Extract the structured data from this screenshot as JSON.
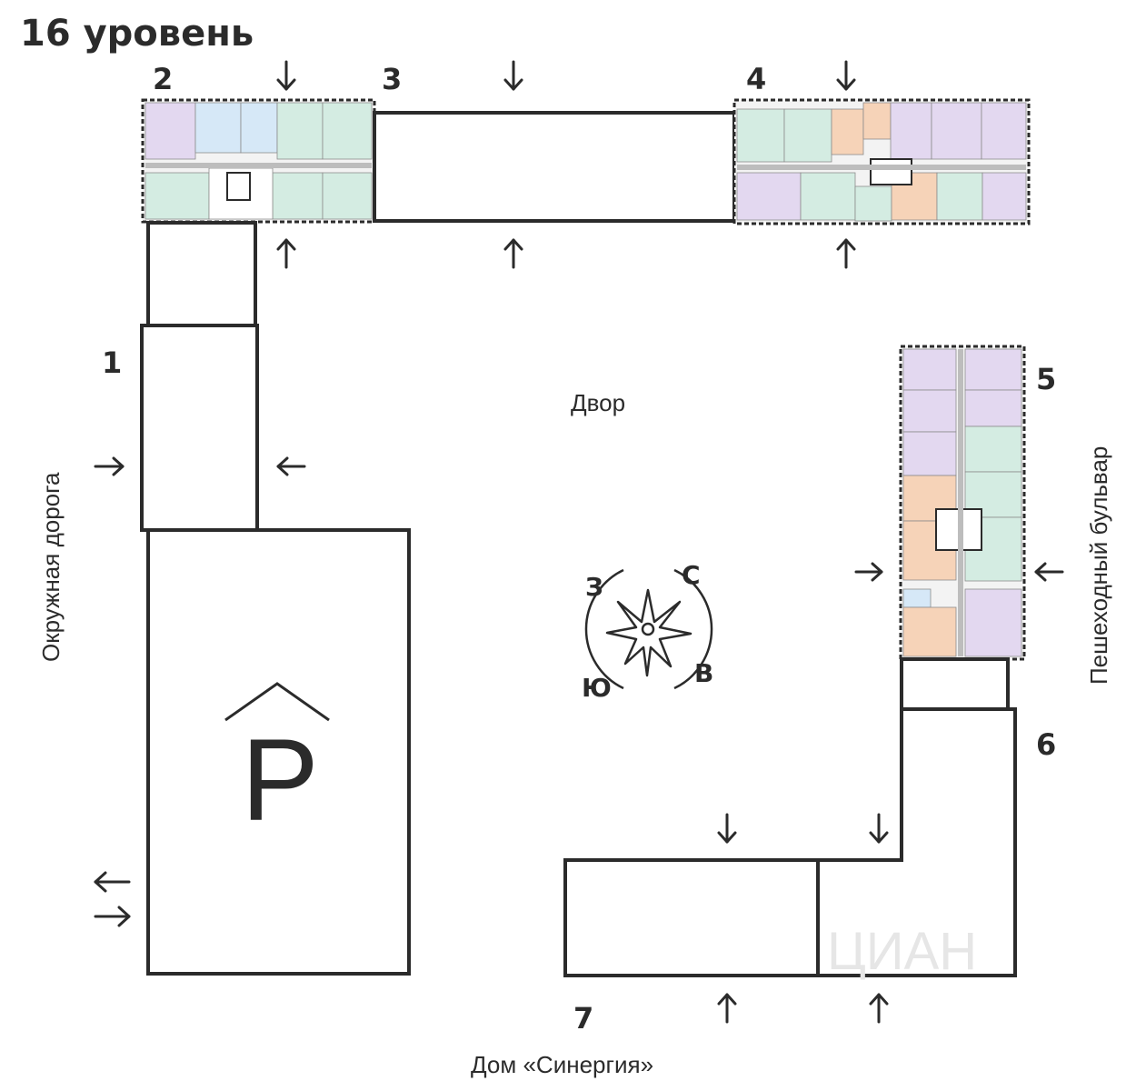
{
  "title": "16 уровень",
  "sections": {
    "s1": "1",
    "s2": "2",
    "s3": "3",
    "s4": "4",
    "s5": "5",
    "s6": "6",
    "s7": "7"
  },
  "labels": {
    "yard": "Двор",
    "ring_road": "Окружная дорога",
    "boulevard": "Пешеходный бульвар",
    "synergy_house": "Дом «Синергия»",
    "parking": "P"
  },
  "compass": {
    "north": "С",
    "west": "З",
    "south": "Ю",
    "east": "В"
  },
  "colors": {
    "outline": "#2b2b2b",
    "studio": "#d6e8f7",
    "one_room": "#f6d3b8",
    "two_room": "#d4ece2",
    "three_room": "#e3d8f0"
  },
  "watermark": "ЦИАН"
}
